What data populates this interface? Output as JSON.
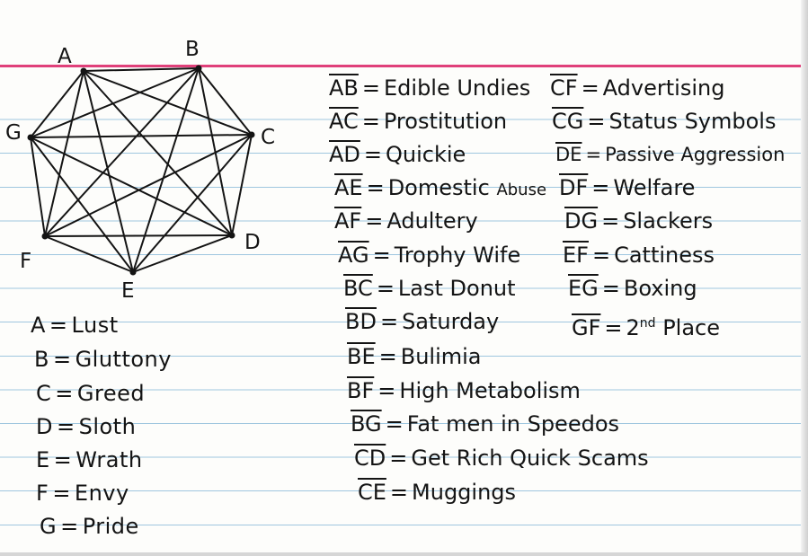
{
  "vertices": [
    {
      "id": "A",
      "label": "A"
    },
    {
      "id": "B",
      "label": "B"
    },
    {
      "id": "C",
      "label": "C"
    },
    {
      "id": "D",
      "label": "D"
    },
    {
      "id": "E",
      "label": "E"
    },
    {
      "id": "F",
      "label": "F"
    },
    {
      "id": "G",
      "label": "G"
    }
  ],
  "edges": [
    [
      "A",
      "B"
    ],
    [
      "A",
      "C"
    ],
    [
      "A",
      "D"
    ],
    [
      "A",
      "E"
    ],
    [
      "A",
      "F"
    ],
    [
      "A",
      "G"
    ],
    [
      "B",
      "C"
    ],
    [
      "B",
      "D"
    ],
    [
      "B",
      "E"
    ],
    [
      "B",
      "F"
    ],
    [
      "B",
      "G"
    ],
    [
      "C",
      "D"
    ],
    [
      "C",
      "E"
    ],
    [
      "C",
      "F"
    ],
    [
      "C",
      "G"
    ],
    [
      "D",
      "E"
    ],
    [
      "D",
      "F"
    ],
    [
      "D",
      "G"
    ],
    [
      "E",
      "F"
    ],
    [
      "E",
      "G"
    ],
    [
      "F",
      "G"
    ]
  ],
  "sins": [
    {
      "letter": "A",
      "name": "Lust"
    },
    {
      "letter": "B",
      "name": "Gluttony"
    },
    {
      "letter": "C",
      "name": "Greed"
    },
    {
      "letter": "D",
      "name": "Sloth"
    },
    {
      "letter": "E",
      "name": "Wrath"
    },
    {
      "letter": "F",
      "name": "Envy"
    },
    {
      "letter": "G",
      "name": "Pride"
    }
  ],
  "pairs_col1": [
    {
      "pair": "AB",
      "name": "Edible Undies"
    },
    {
      "pair": "AC",
      "name": "Prostitution"
    },
    {
      "pair": "AD",
      "name": "Quickie"
    },
    {
      "pair": "AE",
      "name": "Domestic",
      "note": "Abuse"
    },
    {
      "pair": "AF",
      "name": "Adultery"
    },
    {
      "pair": "AG",
      "name": "Trophy Wife"
    },
    {
      "pair": "BC",
      "name": "Last Donut"
    },
    {
      "pair": "BD",
      "name": "Saturday"
    },
    {
      "pair": "BE",
      "name": "Bulimia"
    },
    {
      "pair": "BF",
      "name": "High Metabolism"
    },
    {
      "pair": "BG",
      "name": "Fat men in Speedos"
    },
    {
      "pair": "CD",
      "name": "Get Rich Quick Scams"
    },
    {
      "pair": "CE",
      "name": "Muggings"
    }
  ],
  "pairs_col2": [
    {
      "pair": "CF",
      "name": "Advertising"
    },
    {
      "pair": "CG",
      "name": "Status Symbols"
    },
    {
      "pair": "DE",
      "name": "Passive Aggression"
    },
    {
      "pair": "DF",
      "name": "Welfare"
    },
    {
      "pair": "DG",
      "name": "Slackers"
    },
    {
      "pair": "EF",
      "name": "Cattiness"
    },
    {
      "pair": "EG",
      "name": "Boxing"
    },
    {
      "pair": "GF",
      "name": "2",
      "sup": "nd",
      "tail": " Place"
    }
  ],
  "symbols": {
    "equals": "="
  },
  "colors": {
    "ink": "#141414",
    "red_rule": "#e0407a",
    "blue_rule": "#9fc6df",
    "paper": "#fdfdfb"
  }
}
